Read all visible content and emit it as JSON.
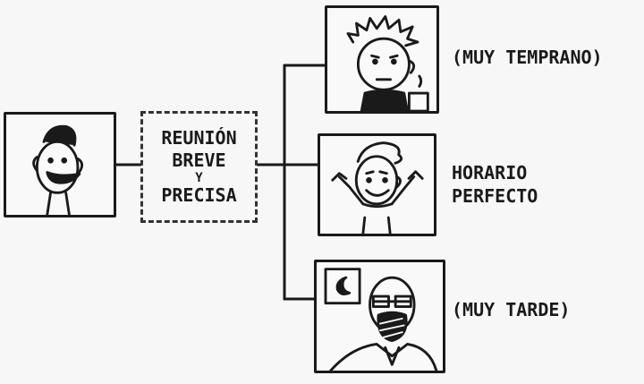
{
  "meeting": {
    "line1": "REUNIÓN",
    "line2": "BREVE",
    "line3": "Y",
    "line4": "PRECISA"
  },
  "outcomes": {
    "early": "(MUY TEMPRANO)",
    "perfect_line1": "HORARIO",
    "perfect_line2": "PERFECTO",
    "late": "(MUY TARDE)"
  }
}
